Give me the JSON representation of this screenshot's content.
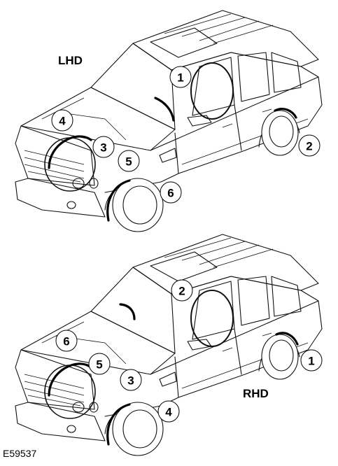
{
  "top_view": {
    "label": "LHD",
    "callouts": [
      "1",
      "2",
      "3",
      "4",
      "5",
      "6"
    ]
  },
  "bottom_view": {
    "label": "RHD",
    "callouts": [
      "1",
      "2",
      "3",
      "4",
      "5",
      "6"
    ]
  },
  "figure_ref": "E59537"
}
